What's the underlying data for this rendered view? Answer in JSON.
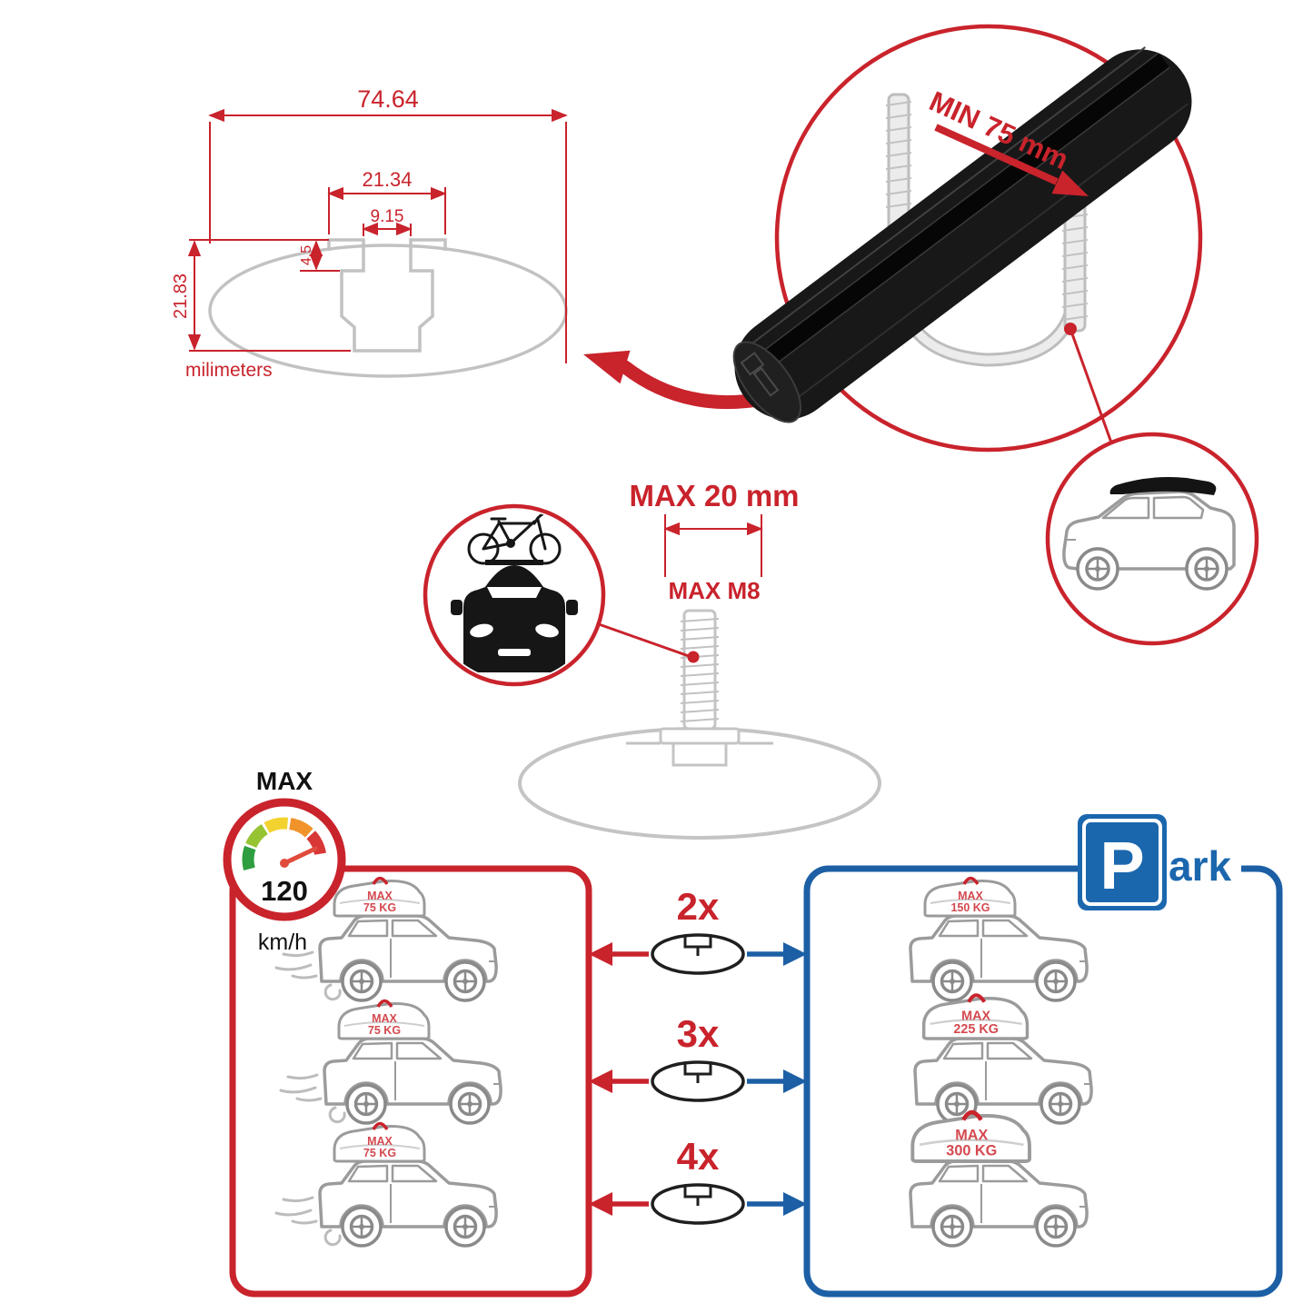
{
  "profile_dimensions": {
    "total_width_mm": "74.64",
    "channel_outer_width_mm": "21.34",
    "channel_inner_width_mm": "9.15",
    "lip_depth_mm": "4.5",
    "total_height_mm": "21.83",
    "units_label": "milimeters"
  },
  "clamp_detail": {
    "min_grip_label": "MIN 75 mm"
  },
  "bolt_detail": {
    "max_length_label": "MAX 20 mm",
    "max_thread_label": "MAX M8"
  },
  "speed_limit": {
    "title": "MAX",
    "value": "120",
    "units": "km/h"
  },
  "parking_sign": {
    "letter": "P",
    "suffix": "ark"
  },
  "load_capacity": {
    "rows": [
      {
        "bar_count": "2x",
        "driving": {
          "label": "MAX",
          "weight": "75 KG"
        },
        "parked": {
          "label": "MAX",
          "weight": "150 KG"
        }
      },
      {
        "bar_count": "3x",
        "driving": {
          "label": "MAX",
          "weight": "75 KG"
        },
        "parked": {
          "label": "MAX",
          "weight": "225 KG"
        }
      },
      {
        "bar_count": "4x",
        "driving": {
          "label": "MAX",
          "weight": "75 KG"
        },
        "parked": {
          "label": "MAX",
          "weight": "300 KG"
        }
      }
    ]
  },
  "colors": {
    "accent_red": "#c9232c",
    "accent_blue": "#1b67ae",
    "line_gray": "#c2c2c2",
    "bar_black": "#181818"
  }
}
